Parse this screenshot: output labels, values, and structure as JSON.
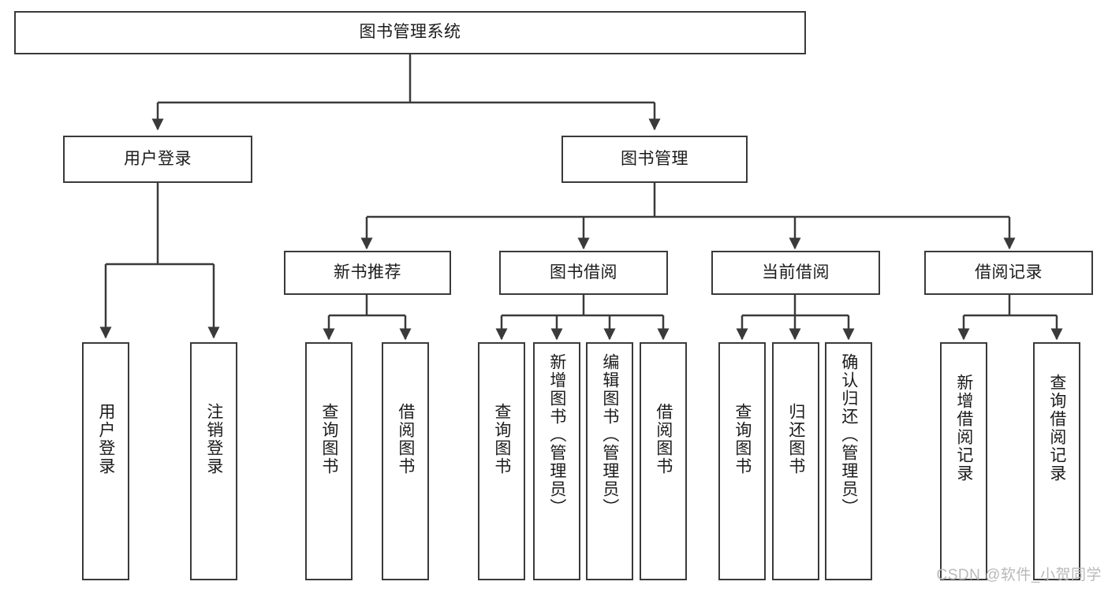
{
  "diagram": {
    "title": "图书管理系统",
    "type": "tree-hierarchy-chart",
    "colors": {
      "border": "#3a3a3a",
      "background": "#ffffff",
      "text": "#1b1b1b",
      "connector": "#3a3a3a",
      "watermark": "#b9b9b9"
    },
    "root": {
      "label": "图书管理系统"
    },
    "level2": [
      {
        "label": "用户登录"
      },
      {
        "label": "图书管理"
      }
    ],
    "level3": [
      {
        "label": "新书推荐"
      },
      {
        "label": "图书借阅"
      },
      {
        "label": "当前借阅"
      },
      {
        "label": "借阅记录"
      }
    ],
    "leaves": {
      "user_login": [
        {
          "label": "用户登录"
        },
        {
          "label": "注销登录"
        }
      ],
      "new_book_recommend": [
        {
          "label": "查询图书"
        },
        {
          "label": "借阅图书"
        }
      ],
      "book_borrow": [
        {
          "label": "查询图书"
        },
        {
          "label": "新增图书（管理员）"
        },
        {
          "label": "编辑图书（管理员）"
        },
        {
          "label": "借阅图书"
        }
      ],
      "current_borrow": [
        {
          "label": "查询图书"
        },
        {
          "label": "归还图书"
        },
        {
          "label": "确认归还（管理员）"
        }
      ],
      "borrow_record": [
        {
          "label": "新增借阅记录"
        },
        {
          "label": "查询借阅记录"
        }
      ]
    },
    "watermark": "CSDN @软件_小贺同学"
  }
}
